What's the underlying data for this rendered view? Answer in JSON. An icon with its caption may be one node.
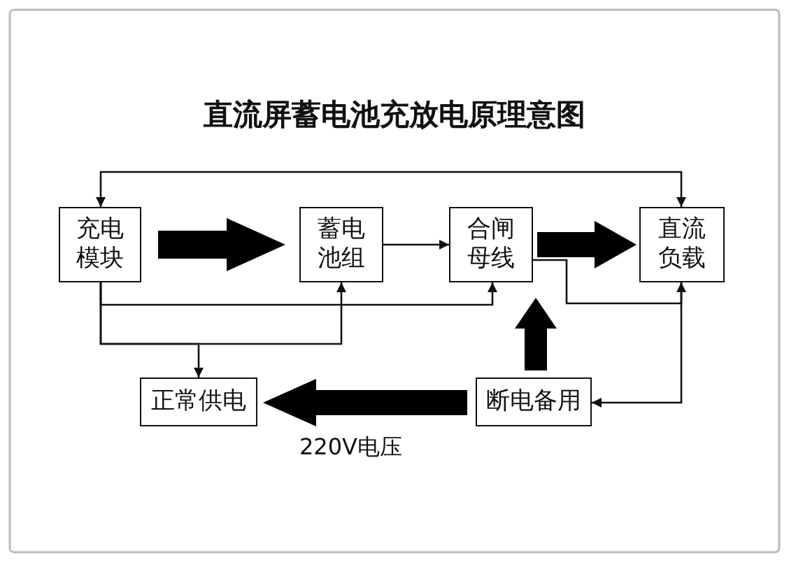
{
  "diagram": {
    "title": "直流屏蓄电池充放电原理意图",
    "nodes": [
      {
        "text": [
          "充电模块"
        ]
      },
      {
        "text": [
          "蓄电池组"
        ]
      },
      {
        "text": [
          "合闸母线"
        ]
      },
      {
        "text": [
          "直流负载"
        ]
      },
      {
        "text": [
          "正常供电"
        ]
      },
      {
        "text": [
          "断电备用"
        ]
      }
    ],
    "edges": [
      {
        "from": 3,
        "to": 0,
        "arrow": "both"
      },
      {
        "from": 0,
        "to": 1,
        "arrow": "to",
        "style": "thick"
      },
      {
        "from": 1,
        "to": 2,
        "arrow": "to"
      },
      {
        "from": 2,
        "to": 3,
        "arrow": "to",
        "style": "thick"
      },
      {
        "from": 0,
        "to": 2,
        "arrow": "to"
      },
      {
        "from": 0,
        "to": 1,
        "arrow": "to"
      },
      {
        "from": 0,
        "to": 4,
        "arrow": "to"
      },
      {
        "from": 2,
        "to": 3,
        "arrow": "to"
      },
      {
        "from": 3,
        "to": 5,
        "arrow": "to"
      },
      {
        "from": 5,
        "to": 2,
        "arrow": "to",
        "style": "thick"
      },
      {
        "from": 5,
        "to": 4,
        "arrow": "to",
        "style": "thick",
        "label": "220V电压"
      }
    ]
  }
}
